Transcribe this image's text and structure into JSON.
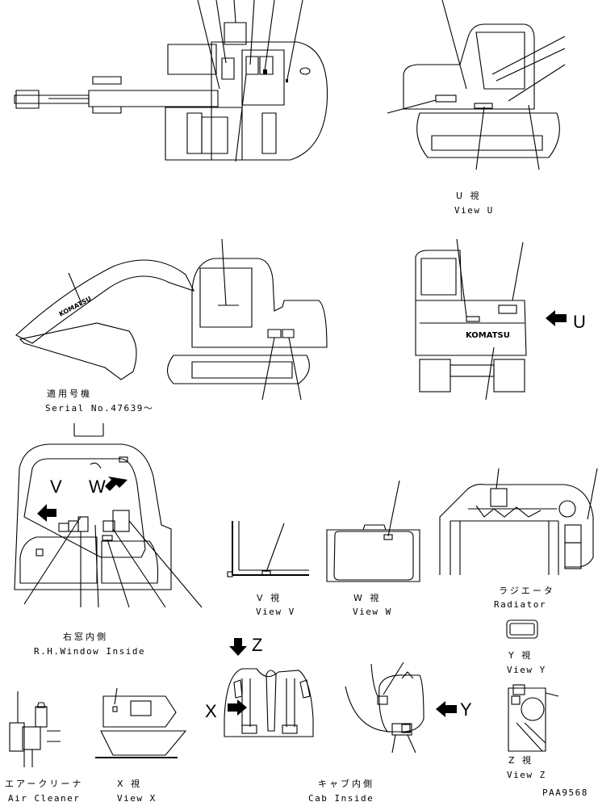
{
  "views": {
    "view_u_jp": "U 視",
    "view_u": "View U",
    "serial_jp": "適用号機",
    "serial": "Serial No.47639～",
    "rh_window_jp": "右窓内側",
    "rh_window": "R.H.Window Inside",
    "view_v_jp": "V 視",
    "view_v": "View V",
    "view_w_jp": "W 視",
    "view_w": "View W",
    "radiator_jp": "ラジエータ",
    "radiator": "Radiator",
    "view_y_jp": "Y 視",
    "view_y": "View Y",
    "view_z_jp": "Z 視",
    "view_z": "View Z",
    "air_cleaner_jp": "エアークリーナ",
    "air_cleaner": "Air Cleaner",
    "view_x_jp": "X 視",
    "view_x": "View X",
    "cab_inside_jp": "キャブ内側",
    "cab_inside": "Cab Inside"
  },
  "arrow_letters": {
    "u": "U",
    "v": "V",
    "w": "W",
    "x": "X",
    "y": "Y",
    "z": "Z"
  },
  "brand": {
    "boom_mark": "KOMATSU",
    "rear_mark": "KOMATSU"
  },
  "drawing_code": "PAA9568"
}
